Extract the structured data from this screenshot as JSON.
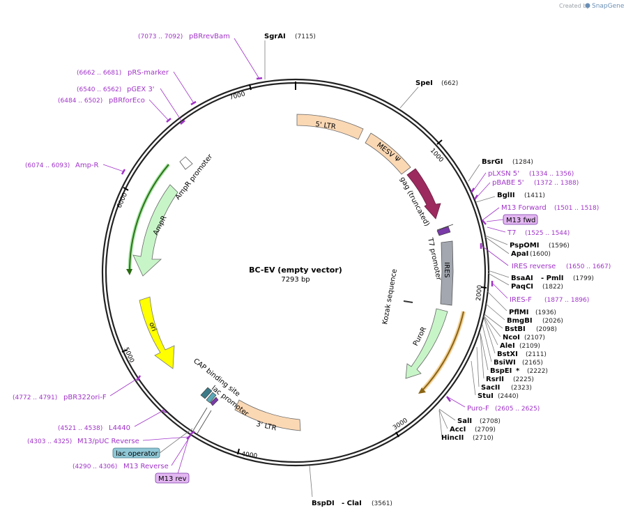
{
  "credit": {
    "prefix": "Created by",
    "brand": "SnapGene"
  },
  "plasmid": {
    "name": "BC-EV (empty vector)",
    "size_label": "7293 bp",
    "length": 7293
  },
  "ticks": [
    {
      "pos": 1000,
      "label": "1000"
    },
    {
      "pos": 2000,
      "label": "2000"
    },
    {
      "pos": 3000,
      "label": "3000"
    },
    {
      "pos": 4000,
      "label": "4000"
    },
    {
      "pos": 5000,
      "label": "5000"
    },
    {
      "pos": 6000,
      "label": "6000"
    },
    {
      "pos": 7000,
      "label": "7000"
    }
  ],
  "enzymes": [
    {
      "name": "SgrAI",
      "pos_label": "(7115)"
    },
    {
      "name": "SpeI",
      "pos_label": "(662)"
    },
    {
      "name": "BsrGI",
      "pos_label": "(1284)"
    },
    {
      "name": "BglII",
      "pos_label": "(1411)"
    },
    {
      "name": "PspOMI",
      "pos_label": "(1596)"
    },
    {
      "name": "ApaI",
      "pos_label": "(1600)"
    },
    {
      "name": "BsaAI",
      "name2": "- PmlI",
      "pos_label": "(1799)"
    },
    {
      "name": "PaqCI",
      "pos_label": "(1822)"
    },
    {
      "name": "PflMI",
      "pos_label": "(1936)"
    },
    {
      "name": "BmgBI",
      "pos_label": "(2026)"
    },
    {
      "name": "BstBI",
      "pos_label": "(2098)"
    },
    {
      "name": "NcoI",
      "pos_label": "(2107)"
    },
    {
      "name": "AleI",
      "pos_label": "(2109)"
    },
    {
      "name": "BstXI",
      "pos_label": "(2111)"
    },
    {
      "name": "BsiWI",
      "pos_label": "(2165)"
    },
    {
      "name": "BspEI",
      "name2": "*",
      "pos_label": "(2222)"
    },
    {
      "name": "RsrII",
      "pos_label": "(2225)"
    },
    {
      "name": "SacII",
      "pos_label": "(2323)"
    },
    {
      "name": "StuI",
      "pos_label": "(2440)"
    },
    {
      "name": "SalI",
      "pos_label": "(2708)"
    },
    {
      "name": "AccI",
      "pos_label": "(2709)"
    },
    {
      "name": "HincII",
      "pos_label": "(2710)"
    },
    {
      "name": "BspDI",
      "name2": "- ClaI",
      "pos_label": "(3561)"
    }
  ],
  "primers": [
    {
      "name": "pBRrevBam",
      "pos_label": "(7073 .. 7092)"
    },
    {
      "name": "pRS-marker",
      "pos_label": "(6662 .. 6681)"
    },
    {
      "name": "pGEX 3'",
      "pos_label": "(6540 .. 6562)"
    },
    {
      "name": "pBRforEco",
      "pos_label": "(6484 .. 6502)"
    },
    {
      "name": "Amp-R",
      "pos_label": "(6074 .. 6093)"
    },
    {
      "name": "pBR322ori-F",
      "pos_label": "(4772 .. 4791)"
    },
    {
      "name": "L4440",
      "pos_label": "(4521 .. 4538)"
    },
    {
      "name": "M13/pUC Reverse",
      "pos_label": "(4303 .. 4325)"
    },
    {
      "name": "M13 Reverse",
      "pos_label": "(4290 .. 4306)"
    },
    {
      "name": "pLXSN 5'",
      "pos_label": "(1334 .. 1356)"
    },
    {
      "name": "pBABE 5'",
      "pos_label": "(1372 .. 1388)"
    },
    {
      "name": "M13 Forward",
      "pos_label": "(1501 .. 1518)"
    },
    {
      "name": "T7",
      "pos_label": "(1525 .. 1544)"
    },
    {
      "name": "IRES reverse",
      "pos_label": "(1650 .. 1667)"
    },
    {
      "name": "IRES-F",
      "pos_label": "(1877 .. 1896)"
    },
    {
      "name": "Puro-F",
      "pos_label": "(2605 .. 2625)"
    }
  ],
  "boxed_labels": {
    "m13_fwd": "M13 fwd",
    "m13_rev": "M13 rev",
    "lac_operator": "lac operator"
  },
  "features": {
    "ltr5": "5' LTR",
    "mesv": "MESV Ψ",
    "gag": "gag (truncated)",
    "t7_promoter": "T7 promoter",
    "ires": "IRES",
    "kozak": "Kozak sequence",
    "puror": "PuroR",
    "ltr3": "3' LTR",
    "cap_site": "CAP binding site",
    "lac_promoter": "lac promoter",
    "ori": "ori",
    "ampr": "AmpR",
    "ampr_promoter": "AmpR promoter"
  },
  "colors": {
    "ltr": "#fbd8b4",
    "mesv": "#fbd8b4",
    "gag": "#9c2a5e",
    "ires": "#a3a8b0",
    "puror": "#c8f5c8",
    "ampr": "#c8f5c8",
    "ori": "#ffff00",
    "primer": "#a033c8",
    "lac_operator": "#8fc7d6",
    "boxed_primer": "#e3b7f2"
  }
}
